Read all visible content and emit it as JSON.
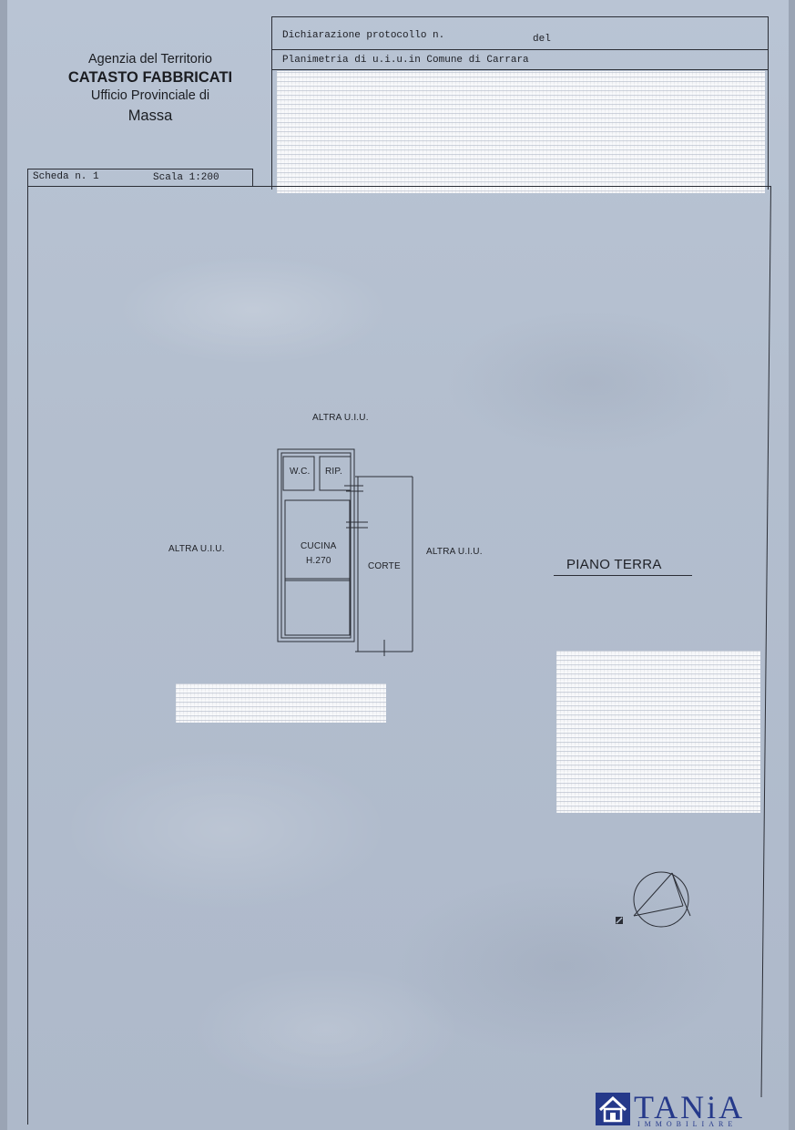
{
  "header": {
    "agency": "Agenzia del Territorio",
    "catasto": "CATASTO FABBRICATI",
    "office": "Ufficio Provinciale di",
    "city": "Massa",
    "protocol": "Dichiarazione protocollo n.",
    "protocol_del": "del",
    "planimetria": "Planimetria di u.i.u.in Comune di Carrara",
    "scheda": "Scheda n. 1",
    "scala": "Scala 1:200"
  },
  "plan": {
    "altra_top": "ALTRA U.I.U.",
    "altra_left": "ALTRA U.I.U.",
    "altra_right": "ALTRA U.I.U.",
    "wc": "W.C.",
    "rip": "RIP.",
    "cucina": "CUCINA",
    "height": "H.270",
    "corte": "CORTE",
    "floor": "PIANO TERRA"
  },
  "logo": {
    "brand": "TANiA",
    "subtitle": "IMMOBILIARE",
    "color": "#25398a"
  },
  "colors": {
    "paper": "#b6c1d1",
    "ink": "#1c1e24",
    "redaction": "#e9ecf1"
  }
}
